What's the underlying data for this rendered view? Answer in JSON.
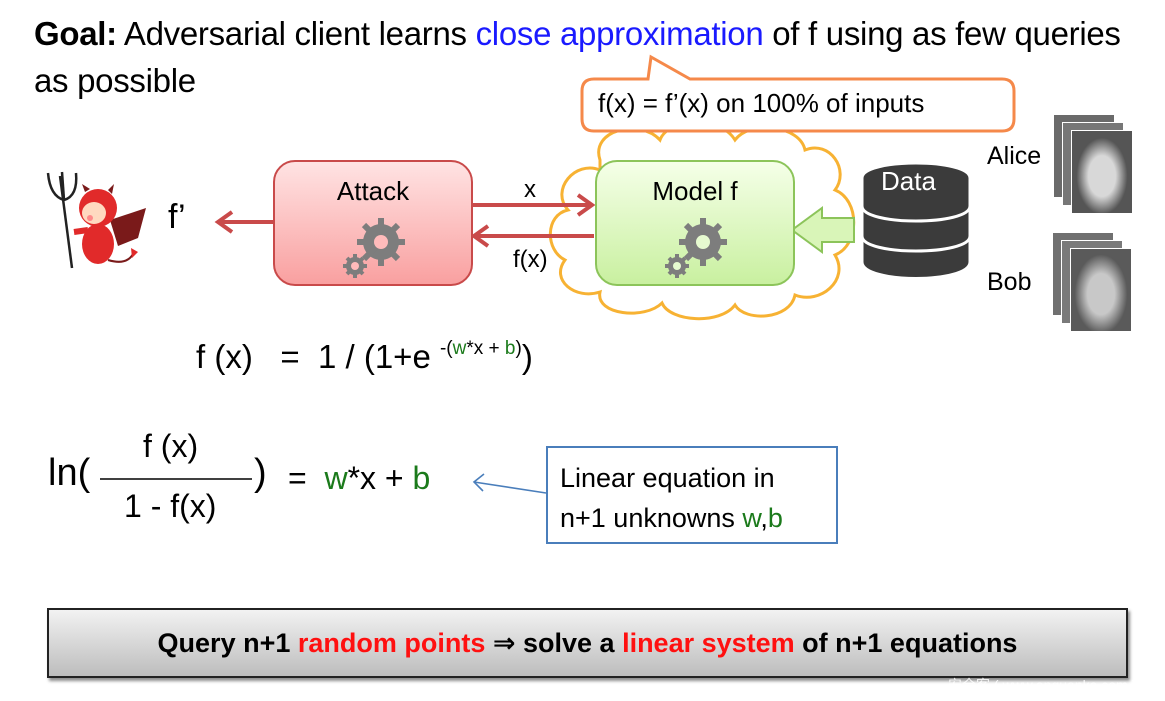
{
  "title": {
    "goal_label": "Goal:",
    "part1": " Adversarial client learns ",
    "highlight": "close approximation",
    "part2": " of  f  using as few queries as possible"
  },
  "callout": {
    "text": "f(x) = f’(x) on 100% of inputs"
  },
  "diagram": {
    "adversary_output_label": "f’",
    "attack_box_label": "Attack",
    "model_box_label": "Model f",
    "query_arrow_label": "x",
    "response_arrow_label": "f(x)",
    "data_store_label": "Data",
    "training_subjects": [
      {
        "name": "Alice"
      },
      {
        "name": "Bob"
      }
    ]
  },
  "equations": {
    "sigmoid": {
      "lhs": "f (x)",
      "eq": "=",
      "rhs_prefix": "1 / (1+e",
      "exp_prefix": "-(",
      "exp_w": "w",
      "exp_mid": "*x + ",
      "exp_b": "b",
      "exp_suffix": ")",
      "rhs_suffix": ")"
    },
    "logit": {
      "ln": "ln",
      "numerator": "f (x)",
      "denominator": "1 - f(x)",
      "eq": "=",
      "w": "w",
      "mid": "*x + ",
      "b": "b"
    }
  },
  "note": {
    "line1": "Linear equation in",
    "line2_prefix": "n+1 unknowns ",
    "line2_w": "w",
    "line2_comma": ",",
    "line2_b": "b"
  },
  "conclusion": {
    "part1": "Query n+1 ",
    "highlight1": "random points",
    "arrow": " ⇒ solve a ",
    "highlight2": "linear system",
    "part2": " of n+1 equations"
  },
  "watermark": "安全客 ( www.anquanke.com )",
  "colors": {
    "highlight_blue": "#1a1aff",
    "variable_green": "#1b7a1b",
    "emphasis_red": "#ff1010",
    "callout_orange": "#f5894a",
    "attack_red": "#c94a4a",
    "model_green": "#8cc45a",
    "cloud_orange": "#f7b233"
  }
}
